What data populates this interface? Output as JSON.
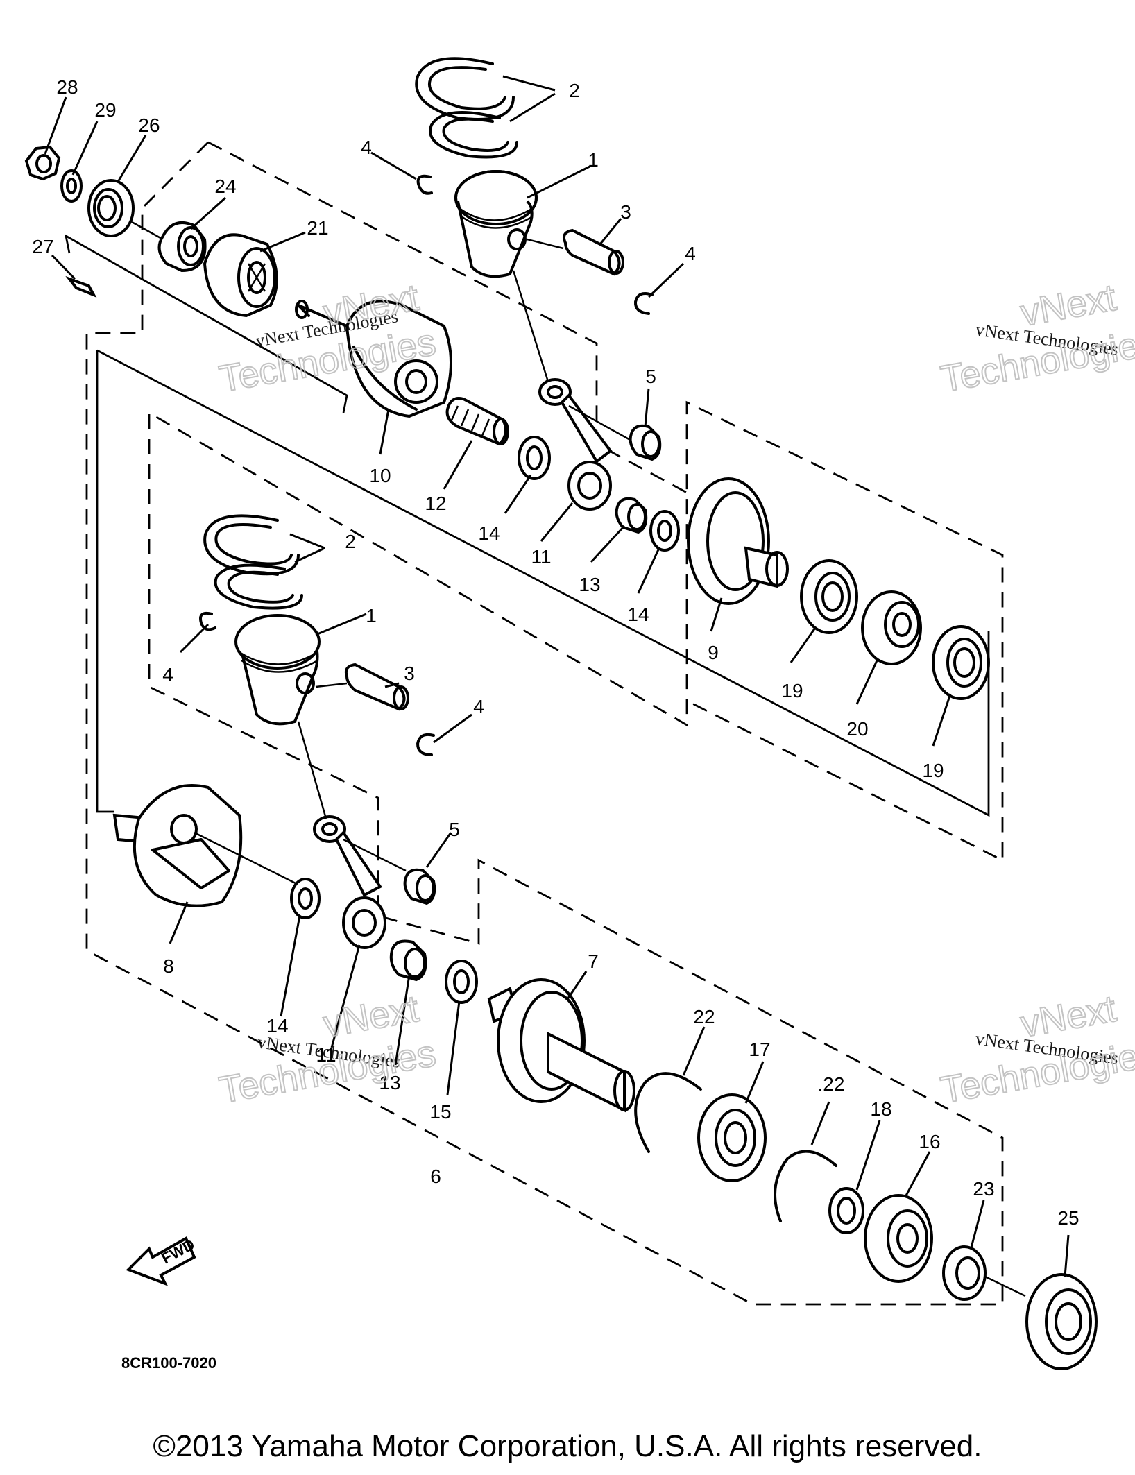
{
  "diagram": {
    "part_code": "8CR100-7020",
    "fwd_label": "FWD",
    "watermark": {
      "line1": "vNext Technologies",
      "line2": "vNext",
      "line3": "Technologies"
    },
    "callouts": [
      {
        "id": "c28",
        "text": "28"
      },
      {
        "id": "c29",
        "text": "29"
      },
      {
        "id": "c26",
        "text": "26"
      },
      {
        "id": "c24",
        "text": "24"
      },
      {
        "id": "c21",
        "text": "21"
      },
      {
        "id": "c27",
        "text": "27"
      },
      {
        "id": "c2a",
        "text": "2"
      },
      {
        "id": "c4a",
        "text": "4"
      },
      {
        "id": "c1a",
        "text": "1"
      },
      {
        "id": "c3a",
        "text": "3"
      },
      {
        "id": "c4b",
        "text": "4"
      },
      {
        "id": "c5a",
        "text": "5"
      },
      {
        "id": "c10",
        "text": "10"
      },
      {
        "id": "c12",
        "text": "12"
      },
      {
        "id": "c14a",
        "text": "14"
      },
      {
        "id": "c11a",
        "text": "11"
      },
      {
        "id": "c13a",
        "text": "13"
      },
      {
        "id": "c14b",
        "text": "14"
      },
      {
        "id": "c9",
        "text": "9"
      },
      {
        "id": "c19a",
        "text": "19"
      },
      {
        "id": "c20",
        "text": "20"
      },
      {
        "id": "c19b",
        "text": "19"
      },
      {
        "id": "c2b",
        "text": "2"
      },
      {
        "id": "c1b",
        "text": "1"
      },
      {
        "id": "c4c",
        "text": "4"
      },
      {
        "id": "c3b",
        "text": "3"
      },
      {
        "id": "c4d",
        "text": "4"
      },
      {
        "id": "c5b",
        "text": "5"
      },
      {
        "id": "c8",
        "text": "8"
      },
      {
        "id": "c14c",
        "text": "14"
      },
      {
        "id": "c11b",
        "text": "11"
      },
      {
        "id": "c13b",
        "text": "13"
      },
      {
        "id": "c15",
        "text": "15"
      },
      {
        "id": "c7",
        "text": "7"
      },
      {
        "id": "c6",
        "text": "6"
      },
      {
        "id": "c22a",
        "text": "22"
      },
      {
        "id": "c17",
        "text": "17"
      },
      {
        "id": "c22b",
        "text": ".22"
      },
      {
        "id": "c18",
        "text": "18"
      },
      {
        "id": "c16",
        "text": "16"
      },
      {
        "id": "c23",
        "text": "23"
      },
      {
        "id": "c25",
        "text": "25"
      }
    ]
  },
  "footer": {
    "copyright": "©2013 Yamaha Motor Corporation, U.S.A. All rights reserved."
  }
}
